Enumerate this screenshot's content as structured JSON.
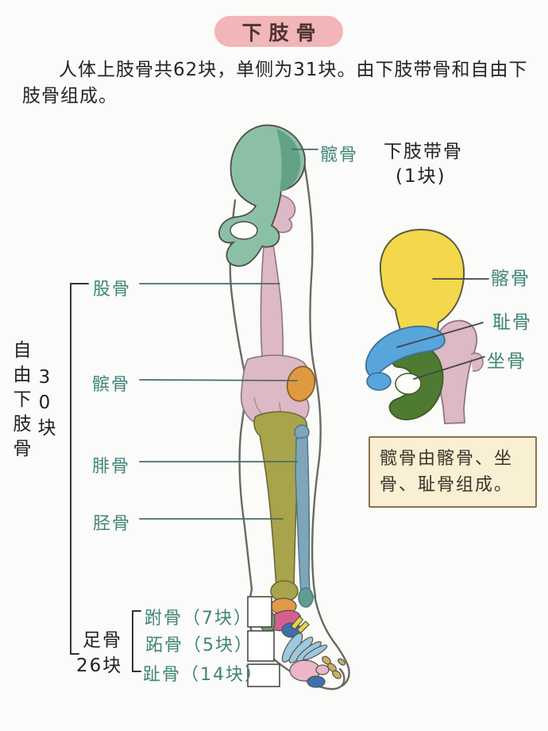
{
  "title": "下肢骨",
  "intro": "人体上肢骨共62块，单侧为31块。由下肢带骨和自由下肢骨组成。",
  "main_figure": {
    "labels": {
      "hip": "髋骨",
      "femur": "股骨",
      "patella": "髌骨",
      "fibula": "腓骨",
      "tibia": "胫骨"
    },
    "pelvic_girdle": {
      "title": "下肢带骨",
      "count": "(1块)"
    },
    "free_limb": {
      "name": "自由下肢骨",
      "count": "30块"
    },
    "foot": {
      "name": "足骨",
      "count": "26块",
      "parts": [
        {
          "label": "跗骨（7块）"
        },
        {
          "label": "跖骨（5块）"
        },
        {
          "label": "趾骨（14块）"
        }
      ]
    }
  },
  "hip_figure": {
    "labels": {
      "ilium": "髂骨",
      "pubis": "耻骨",
      "ischium": "坐骨"
    },
    "note": "髋骨由髂骨、坐骨、耻骨组成。"
  },
  "colors": {
    "title_bg": "#f2b5b8",
    "title_text": "#4f3434",
    "label_teal": "#3f8577",
    "note_bg": "#f9f0d4",
    "note_border": "#8f6f4d",
    "hipbone_green": "#8cc0a6",
    "hipbone_green_dark": "#63a287",
    "femur_pink": "#dcb9c4",
    "patella_orange": "#df9a40",
    "tibia_olive": "#a8a44c",
    "fibula_blue": "#7ea6b8",
    "malleolus_teal": "#5f9e8e",
    "ilium_yellow": "#f2d84a",
    "pubis_blue": "#57a5da",
    "ischium_green": "#4e7b31",
    "talus_orange": "#e09a4a",
    "calcaneus_magenta": "#d45f8e",
    "navicular_blue": "#3e6fae",
    "cuneiform_yellow": "#e8d44e",
    "metatarsal_blue": "#9cc8e0",
    "phalanx_pink": "#eab6c8",
    "toe_khaki": "#c8b060"
  }
}
